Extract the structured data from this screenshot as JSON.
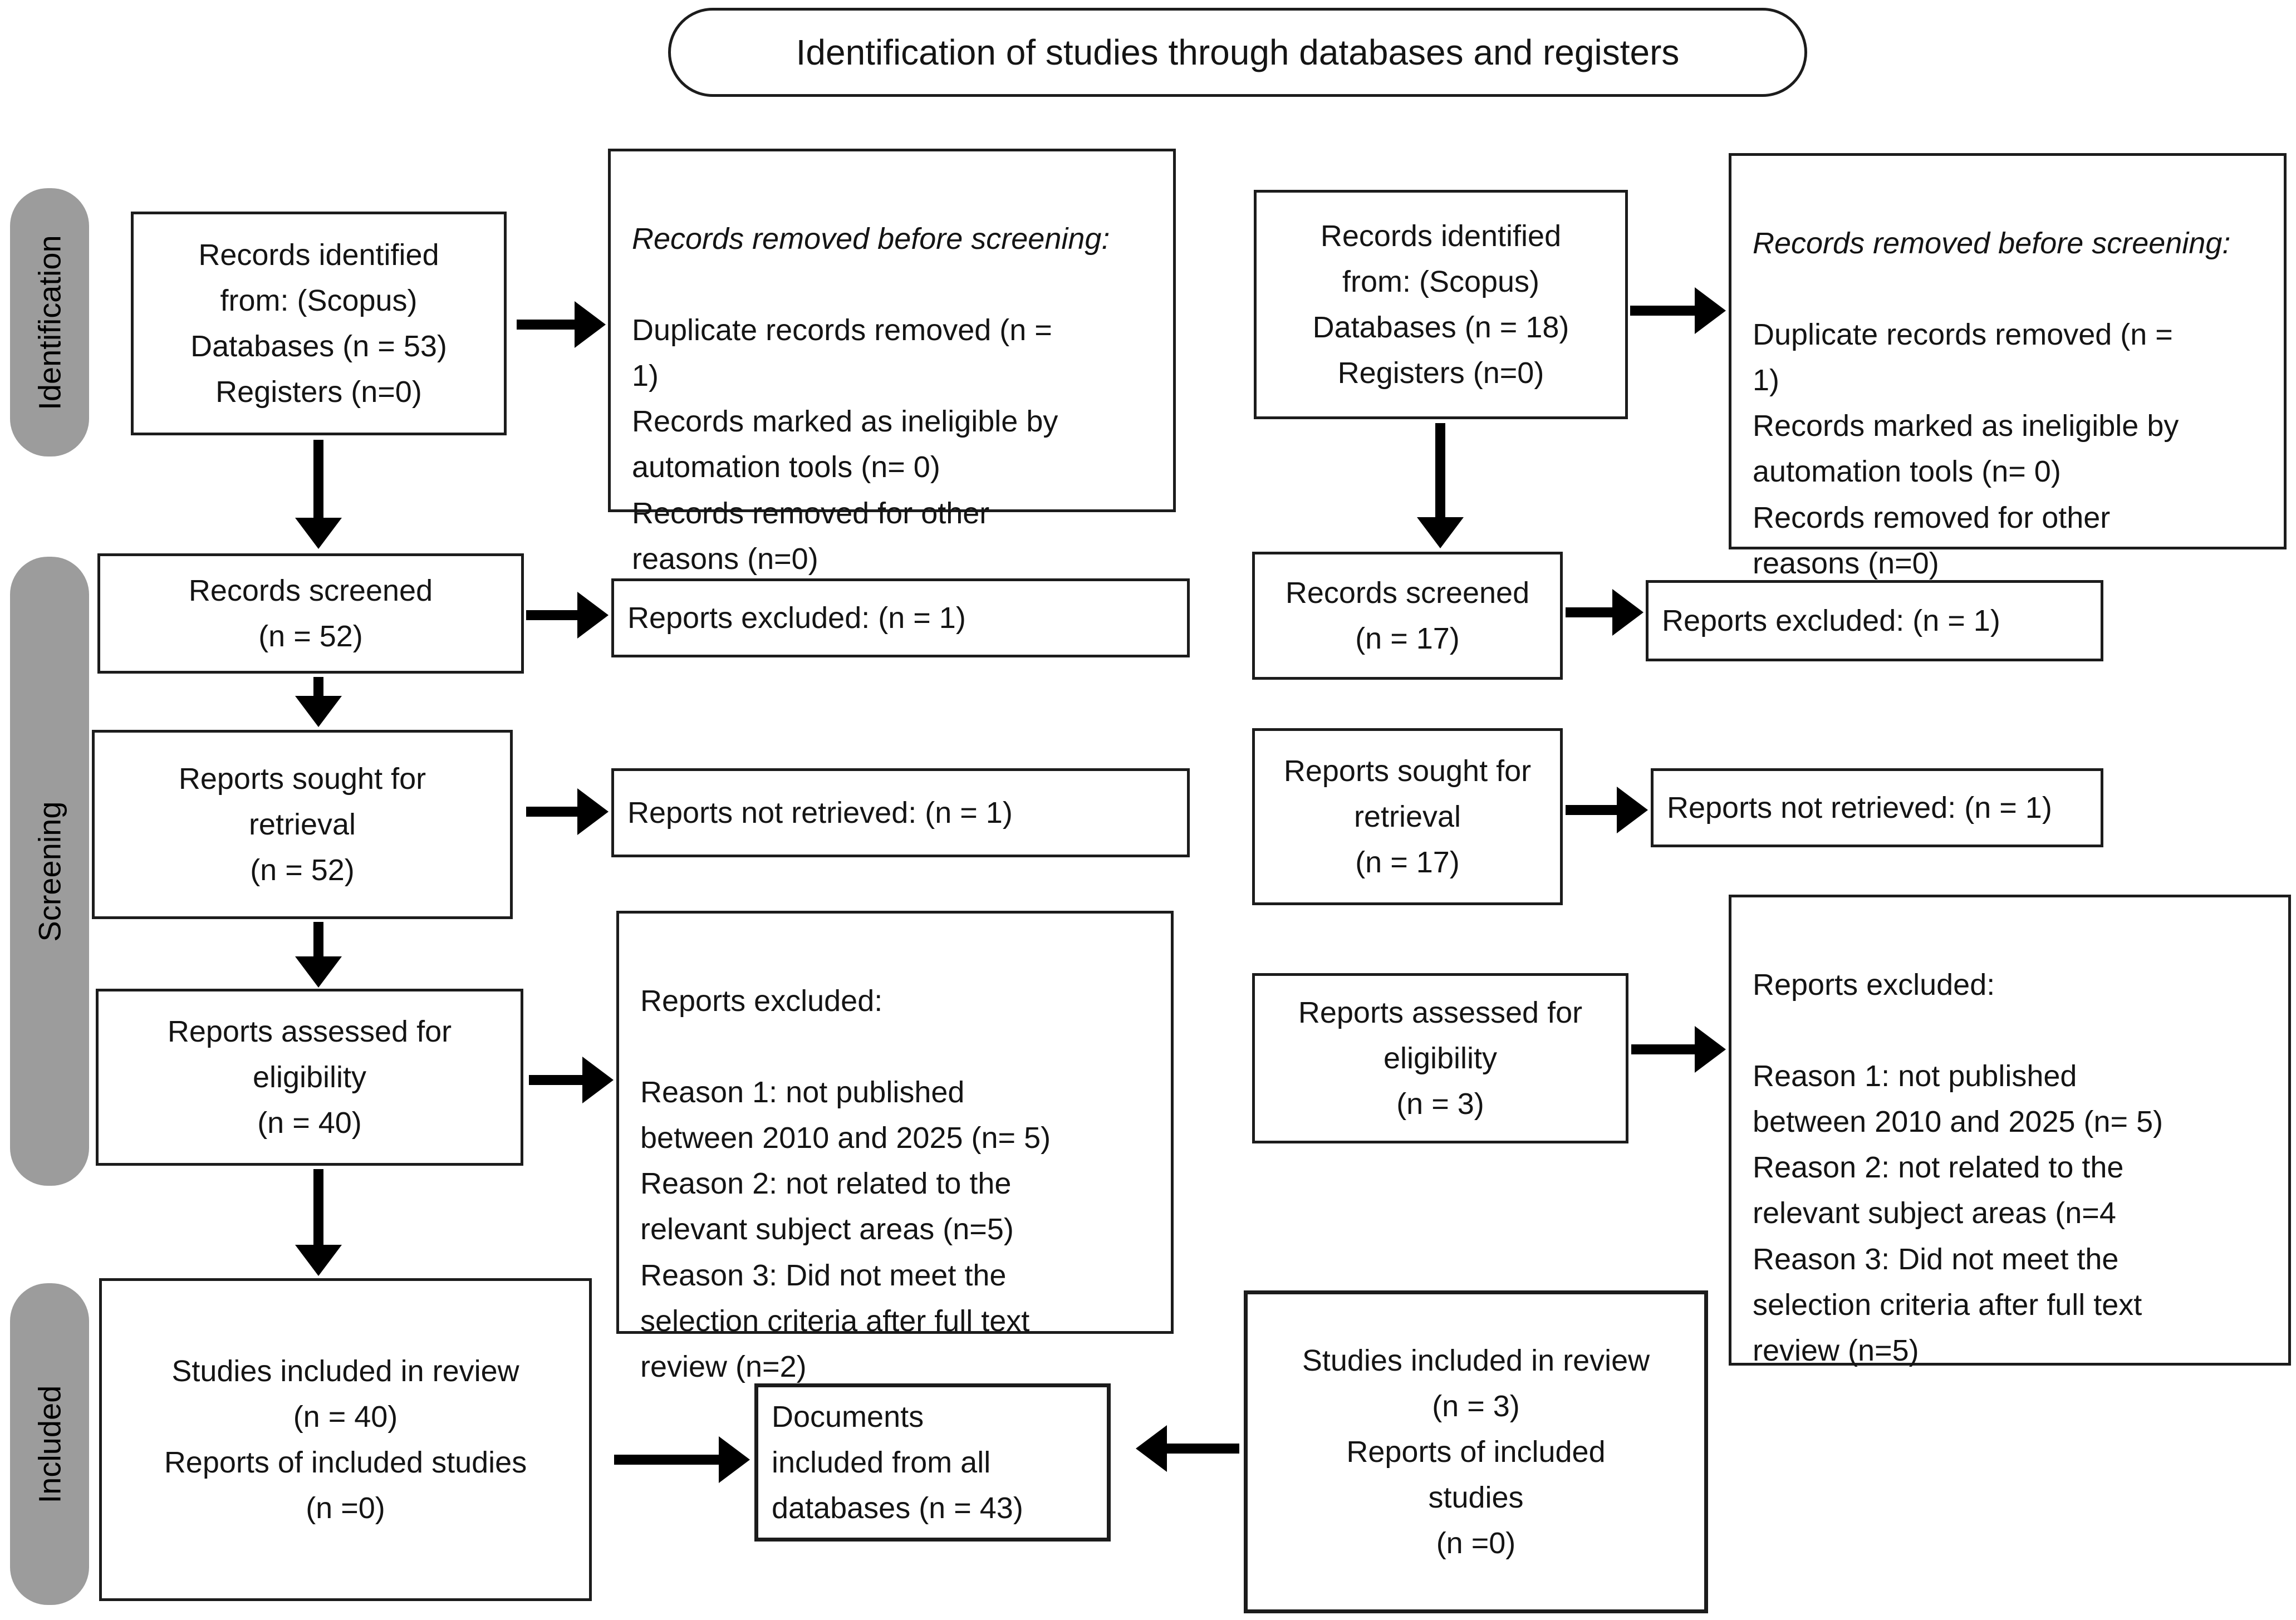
{
  "title": "Identification of studies through databases and registers",
  "stages": {
    "identification": "Identification",
    "screening": "Screening",
    "included": "Included"
  },
  "left": {
    "identified": "Records identified\nfrom:  (Scopus)\nDatabases (n = 53)\nRegisters (n=0)",
    "removed_heading": "Records removed before screening:",
    "removed_body": "Duplicate records removed  (n =\n1)\nRecords marked as ineligible by\nautomation tools (n= 0)\nRecords removed for other\nreasons (n=0)",
    "screened": "Records screened\n(n = 52)",
    "reports_excluded": "Reports excluded: (n = 1)",
    "sought": "Reports sought for\nretrieval\n(n = 52)",
    "not_retrieved": "Reports not retrieved: (n = 1)",
    "assessed": "Reports assessed for\neligibility\n(n = 40)",
    "excluded_heading": "Reports excluded:",
    "excluded_reasons": "Reason 1: not published\nbetween 2010 and 2025  (n= 5)\nReason 2: not related to the\nrelevant subject areas  (n=5)\nReason 3: Did not meet the\nselection criteria after full text\nreview  (n=2)",
    "included": "Studies included in review\n(n = 40)\nReports of included studies\n(n =0)"
  },
  "right": {
    "identified": "Records identified\nfrom:  (Scopus)\nDatabases (n = 18)\nRegisters (n=0)",
    "removed_heading": "Records removed before screening:",
    "removed_body": "Duplicate records removed  (n =\n1)\nRecords marked as ineligible by\nautomation tools (n= 0)\nRecords removed for other\nreasons (n=0)",
    "screened": "Records screened\n(n = 17)",
    "reports_excluded": "Reports excluded: (n = 1)",
    "sought": "Reports sought for\nretrieval\n(n = 17)",
    "not_retrieved": "Reports not retrieved: (n = 1)",
    "assessed": "Reports assessed for\neligibility\n(n = 3)",
    "excluded_heading": "Reports excluded:",
    "excluded_reasons": "Reason 1: not published\nbetween 2010 and 2025 (n= 5)\nReason 2: not related to the\nrelevant subject areas (n=4\nReason 3: Did not meet the\nselection criteria after full text\nreview (n=5)",
    "included": "Studies included in review\n(n = 3)\nReports of included\nstudies\n(n =0)"
  },
  "center": {
    "documents": "Documents\nincluded from all\ndatabases (n = 43)"
  },
  "colors": {
    "stage_pill": "#9c9c9c",
    "line": "#1c1c1c",
    "background": "#ffffff"
  }
}
